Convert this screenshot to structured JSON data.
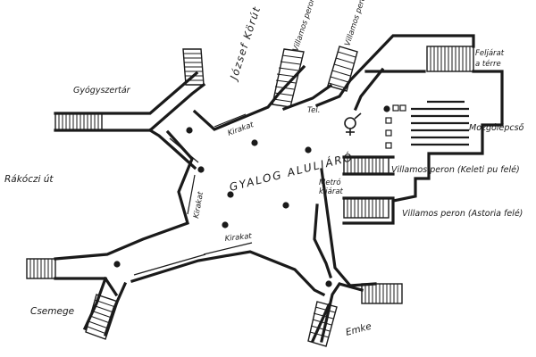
{
  "labels": {
    "gyogyszertar": "Gyógyszertár",
    "jozsef_korut": "József Körút",
    "villamos_peron_1": "Villamos peron",
    "villamos_peron_2": "Villamos peron",
    "feljarat": "Feljárat",
    "a_terre": "a térre",
    "kirakat_top": "Kirakat",
    "tel": "Tel.",
    "mozgolepcso": "Mozgólépcső",
    "rakoczi_ut": "Rákóczi út",
    "gyalog_alul": "GYALOG ALULJÁRÓ",
    "villamos_keleti": "Villamos peron (Keleti pu felé)",
    "metro": "Metró",
    "kijarat": "kijárat",
    "kirakat_left": "Kirakat",
    "villamos_astoria": "Villamos peron (Astoria felé)",
    "kirakat_bottom": "Kirakat",
    "csemege": "Csemege",
    "emke": "Emke"
  },
  "icons": {
    "restroom": "restroom-symbol-icon",
    "columns": "support-column-icon"
  }
}
